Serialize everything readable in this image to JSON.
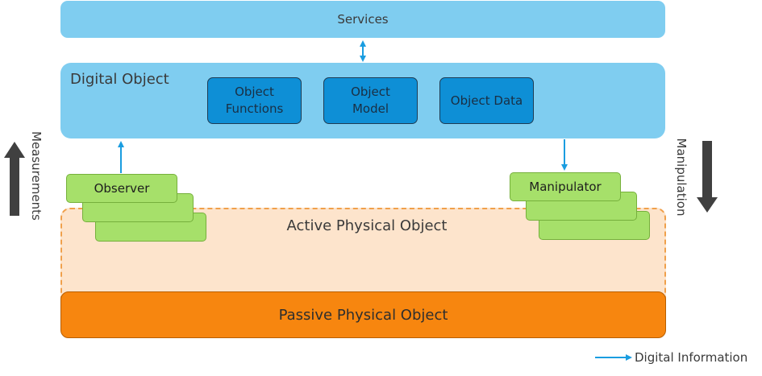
{
  "services": {
    "label": "Services"
  },
  "digital_object": {
    "title": "Digital Object",
    "modules": [
      {
        "label": "Object Functions"
      },
      {
        "label": "Object Model"
      },
      {
        "label": "Object Data"
      }
    ]
  },
  "observer": {
    "label": "Observer"
  },
  "manipulator": {
    "label": "Manipulator"
  },
  "active_physical_object": {
    "label": "Active Physical Object"
  },
  "passive_physical_object": {
    "label": "Passive Physical Object"
  },
  "side_labels": {
    "left": "Measurements",
    "right": "Manipulation"
  },
  "legend": {
    "label": "Digital Information",
    "color": "#1a9de0"
  },
  "colors": {
    "digital_blue": "#7fcdf0",
    "module_blue": "#0e8fd6",
    "observer_green": "#a6e06a",
    "active_fill": "#fde4cc",
    "passive_orange": "#f7860f",
    "dark_arrow": "#404040"
  }
}
